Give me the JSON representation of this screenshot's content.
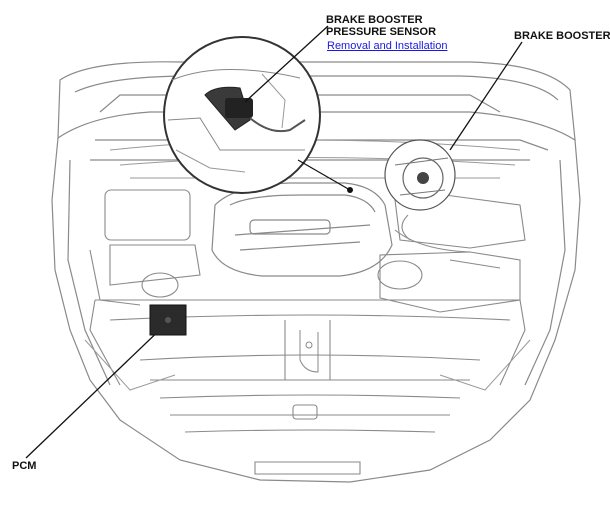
{
  "callouts": {
    "brake_booster_pressure_sensor": {
      "line1": "BRAKE BOOSTER",
      "line2": "PRESSURE SENSOR",
      "link": "Removal and Installation"
    },
    "brake_booster": "BRAKE BOOSTER",
    "pcm": "PCM"
  },
  "colors": {
    "line_art": "#7a7a7a",
    "leader": "#111111",
    "link": "#1a1adf",
    "pcm_fill": "#2b2b2b"
  }
}
